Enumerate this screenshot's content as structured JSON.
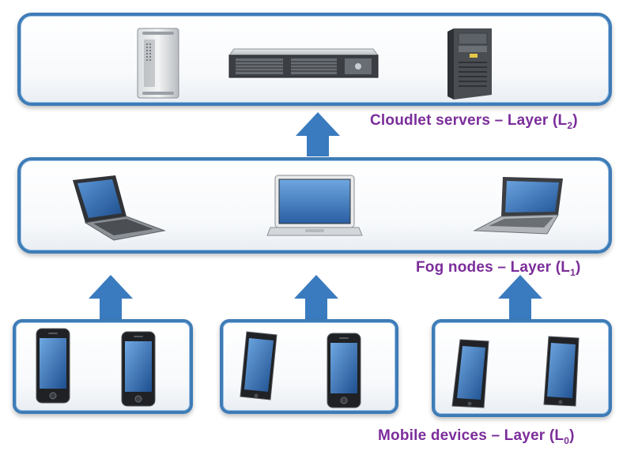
{
  "layers": {
    "l2": {
      "label_main": "Cloudlet servers – Layer (L",
      "label_sub": "2",
      "label_end": ")"
    },
    "l1": {
      "label_main": "Fog nodes – Layer (L",
      "label_sub": "1",
      "label_end": ")"
    },
    "l0": {
      "label_main": "Mobile devices – Layer (L",
      "label_sub": "0",
      "label_end": ")"
    }
  },
  "devices": {
    "l2": [
      "tower-server-icon",
      "rack-server-icon",
      "tower-server-dark-icon"
    ],
    "l1": [
      "laptop-icon",
      "laptop-icon",
      "laptop-icon"
    ],
    "l0": [
      "smartphone-icon",
      "smartphone-icon",
      "tablet-icon",
      "smartphone-icon",
      "tablet-icon",
      "tablet-icon"
    ]
  },
  "colors": {
    "border": "#3e7cb7",
    "arrow": "#3a7bbf",
    "label": "#7b2d9a"
  }
}
